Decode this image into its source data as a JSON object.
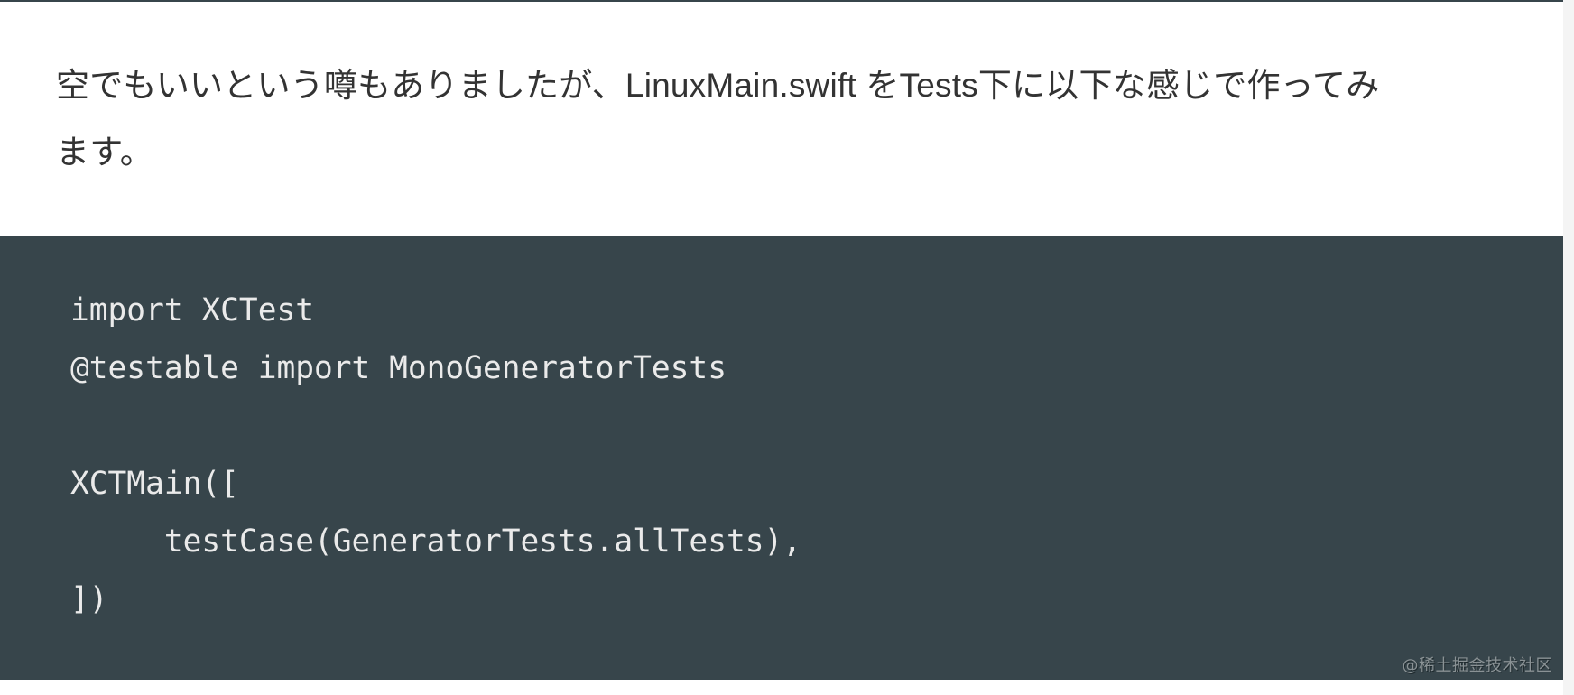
{
  "article": {
    "paragraph_lines": [
      "空でもいいという噂もありましたが、LinuxMain.swift をTests下に以下な感じで作ってみ",
      "ます。"
    ]
  },
  "code_block": {
    "language": "swift",
    "lines": [
      "import XCTest",
      "@testable import MonoGeneratorTests",
      "",
      "XCTMain([",
      "     testCase(GeneratorTests.allTests),",
      "])"
    ],
    "background_color": "#37454b",
    "text_color": "#eaeaea"
  },
  "watermark": {
    "text": "@稀土掘金技术社区"
  },
  "colors": {
    "page_background": "#ffffff",
    "body_text": "#333333",
    "top_rule": "#37454b",
    "scroll_gutter": "#f4f4f4"
  }
}
